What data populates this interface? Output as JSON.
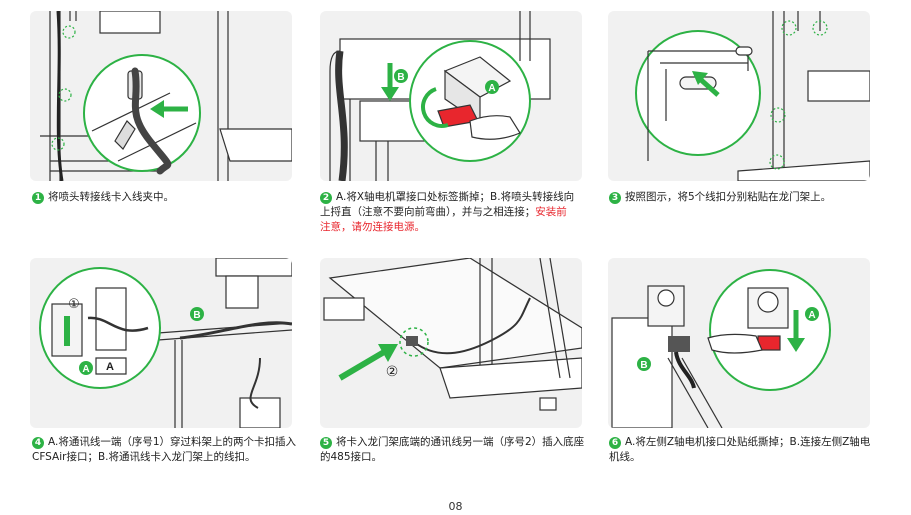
{
  "steps": [
    {
      "num": "1",
      "text": "将喷头转接线卡入线夹中。"
    },
    {
      "num": "2",
      "text": "A.将X轴电机罩接口处标签撕掉；B.将喷头转接线向上捋直（注意不要向前弯曲），并与之相连接；",
      "warning": "安装前注意，请勿连接电源。"
    },
    {
      "num": "3",
      "text": "按照图示，将5个线扣分别粘贴在龙门架上。"
    },
    {
      "num": "4",
      "text": "A.将通讯线一端（序号1）穿过料架上的两个卡扣插入CFSAir接口；B.将通讯线卡入龙门架上的线扣。"
    },
    {
      "num": "5",
      "text": "将卡入龙门架底端的通讯线另一端（序号2）插入底座的485接口。"
    },
    {
      "num": "6",
      "text": "A.将左侧Z轴电机接口处贴纸撕掉；B.连接左侧Z轴电机线。"
    }
  ],
  "labels": {
    "a": "A",
    "b": "B",
    "seq1": "①",
    "seq2": "②"
  },
  "page_number": "08",
  "colors": {
    "accent": "#2db245",
    "warning": "#e8262d",
    "panel_bg": "#f1f1f1",
    "line": "#333333"
  }
}
